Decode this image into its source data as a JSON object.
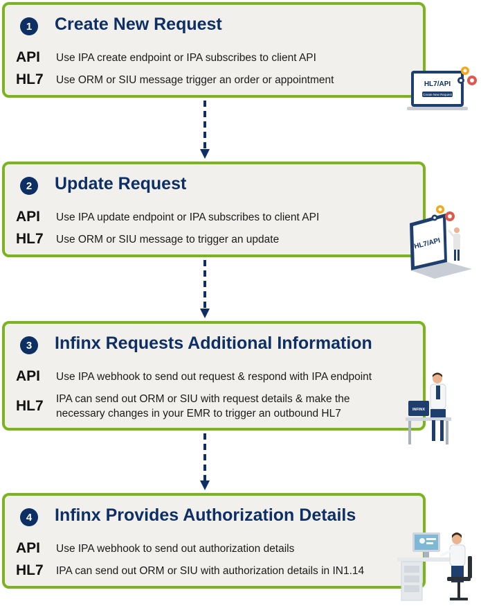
{
  "steps": [
    {
      "number": "1",
      "title": "Create New Request",
      "api_label": "API",
      "api_text": "Use IPA create endpoint or IPA subscribes to client API",
      "hl7_label": "HL7",
      "hl7_text": "Use ORM or SIU message trigger an order or appointment",
      "illustration": {
        "icon": "laptop-gears-icon",
        "screen_title": "HL7/API",
        "screen_button": "Create New Request"
      }
    },
    {
      "number": "2",
      "title": "Update Request",
      "api_label": "API",
      "api_text": "Use IPA update endpoint or IPA subscribes to client API",
      "hl7_label": "HL7",
      "hl7_text": "Use ORM or SIU message to trigger an update",
      "illustration": {
        "icon": "laptop-person-gears-icon",
        "screen_title": "HL7/API"
      }
    },
    {
      "number": "3",
      "title": "Infinx Requests Additional Information",
      "api_label": "API",
      "api_text": "Use IPA webhook to send out request & respond with IPA endpoint",
      "hl7_label": "HL7",
      "hl7_text": "IPA can send out ORM or SIU with request details & make the necessary changes in your EMR to trigger an outbound HL7",
      "illustration": {
        "icon": "doctor-at-desk-icon",
        "screen_title": "INFINX"
      }
    },
    {
      "number": "4",
      "title": "Infinx Provides Authorization Details",
      "api_label": "API",
      "api_text": "Use IPA webhook to send out authorization details",
      "hl7_label": "HL7",
      "hl7_text": "IPA can send out ORM or SIU with authorization details in IN1.14",
      "illustration": {
        "icon": "person-at-computer-icon"
      }
    }
  ],
  "colors": {
    "box_border": "#7ab51d",
    "box_fill": "#f1f0ec",
    "navy": "#0d2f63",
    "arrow": "#0d2f63"
  }
}
